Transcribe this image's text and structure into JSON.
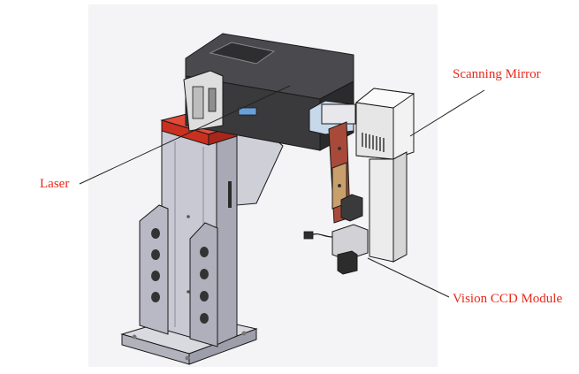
{
  "labels": {
    "laser": "Laser",
    "scanning_mirror": "Scanning  Mirror",
    "vision_ccd": "Vision CCD Module"
  },
  "colors": {
    "label_text": "#e8281a",
    "leader_line": "#222222",
    "column_face": "#c9c9d3",
    "column_side": "#a9a9b6",
    "laser_box": "#3c3c3f",
    "bracket_red": "#d63a2c",
    "mount_plate": "#a84a3a",
    "housing_light": "#eeeeee",
    "outline": "#1a1a1a"
  }
}
